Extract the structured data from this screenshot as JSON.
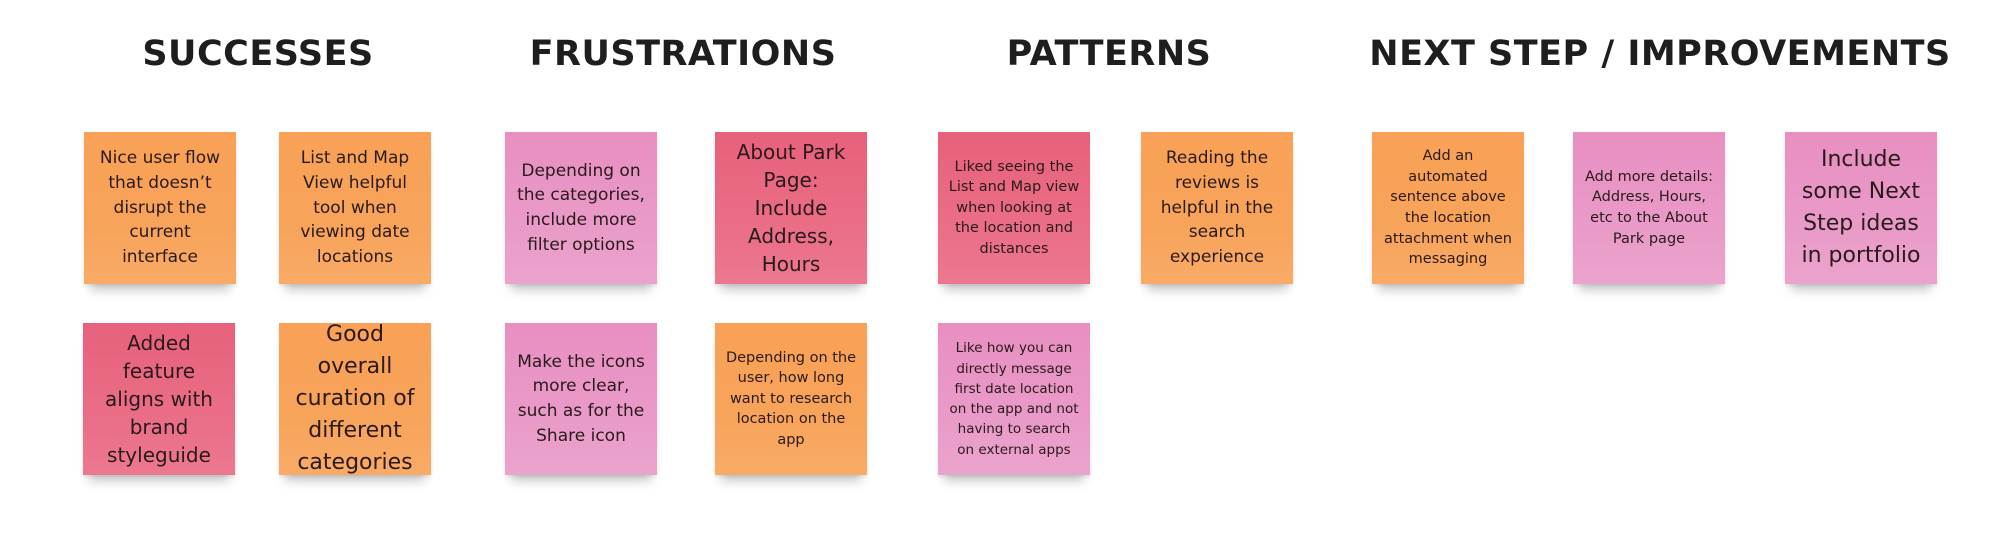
{
  "headings": {
    "successes": "SUCCESSES",
    "frustrations": "FRUSTRATIONS",
    "patterns": "PATTERNS",
    "next_steps": "NEXT STEP / IMPROVEMENTS"
  },
  "notes": {
    "successes": [
      {
        "text": "Nice user flow that doesn’t disrupt the current interface",
        "color": "#f9a257"
      },
      {
        "text": "List and Map View helpful tool when viewing date locations",
        "color": "#f9a257"
      },
      {
        "text": "Added feature aligns with brand styleguide",
        "color": "#e7617c"
      },
      {
        "text": "Good overall curation of different categories",
        "color": "#f9a257"
      }
    ],
    "frustrations": [
      {
        "text": "Depending on the categories, include more filter options",
        "color": "#e88fc1"
      },
      {
        "text": "About Park Page: Include Address, Hours",
        "color": "#e7617c"
      },
      {
        "text": "Make the icons more clear, such as for the Share icon",
        "color": "#e88fc1"
      },
      {
        "text": "Depending on the user, how long want to research location on the app",
        "color": "#f9a257"
      }
    ],
    "patterns": [
      {
        "text": "Liked seeing the List and Map view when looking at the location and distances",
        "color": "#e7617c"
      },
      {
        "text": "Reading the reviews  is helpful in the search experience",
        "color": "#f9a257"
      },
      {
        "text": "Like how you can directly message first date location on the app and not having to search on external apps",
        "color": "#e88fc1"
      }
    ],
    "next_steps": [
      {
        "text": "Add an automated sentence above the location attachment when messaging",
        "color": "#f9a257"
      },
      {
        "text": "Add more details: Address, Hours, etc to the About Park page",
        "color": "#e88fc1"
      },
      {
        "text": "Include some Next Step ideas in portfolio",
        "color": "#e88fc1"
      }
    ]
  }
}
